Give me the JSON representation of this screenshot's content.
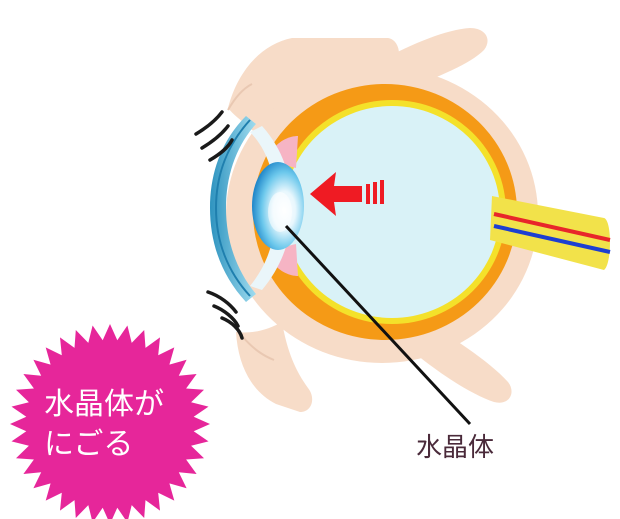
{
  "badge": {
    "line1": "水晶体が",
    "line2": "にごる"
  },
  "labels": {
    "lens": "水晶体"
  },
  "icons": {
    "arrow": "red-arrow-icon",
    "lashes_top": "eyelash-icon",
    "lashes_bottom": "eyelash-icon"
  },
  "colors": {
    "skin": "#f7dcc8",
    "sclera": "#f59a16",
    "choroid_band": "#f4e12a",
    "vitreous": "#d9f2f7",
    "cornea": "#57b8d6",
    "lens_highlight": "#ffffff",
    "lens_blue": "#2e9bd6",
    "optic_nerve": "#f2e24a",
    "nerve_red": "#e8262a",
    "nerve_blue": "#1d3fd1",
    "arrow_red": "#ef1b23",
    "burst_pink": "#e6269a",
    "label_text": "#4a2a3a"
  }
}
